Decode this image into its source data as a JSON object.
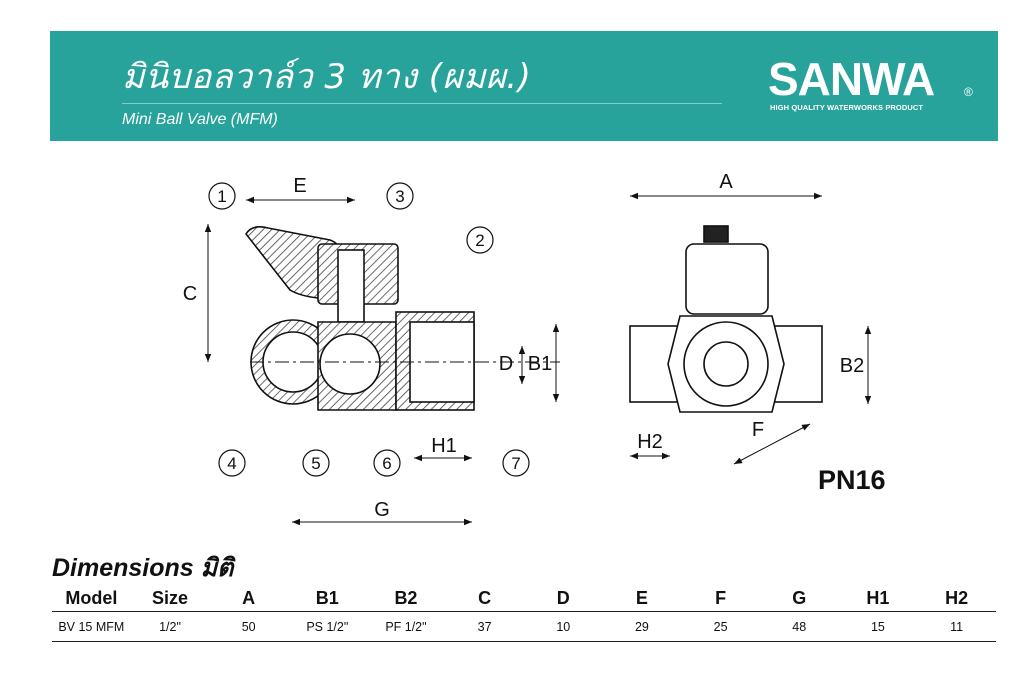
{
  "header": {
    "title_th": "มินิบอลวาล์ว 3 ทาง (ผมผ.)",
    "title_en": "Mini Ball Valve (MFM)",
    "brand": "SANWA",
    "brand_mark": "®",
    "brand_tagline": "HIGH QUALITY WATERWORKS PRODUCT",
    "background_color": "#27a39b"
  },
  "drawing": {
    "part_numbers": [
      "1",
      "2",
      "3",
      "4",
      "5",
      "6",
      "7"
    ],
    "dimension_labels": {
      "A": "A",
      "B1": "B1",
      "B2": "B2",
      "C": "C",
      "D": "D",
      "E": "E",
      "F": "F",
      "G": "G",
      "H1": "H1",
      "H2": "H2"
    },
    "pressure_rating": "PN16"
  },
  "dimensions": {
    "title": "Dimensions มิติ",
    "columns": [
      "Model",
      "Size",
      "A",
      "B1",
      "B2",
      "C",
      "D",
      "E",
      "F",
      "G",
      "H1",
      "H2"
    ],
    "rows": [
      [
        "BV 15 MFM",
        "1/2\"",
        "50",
        "PS 1/2\"",
        "PF 1/2\"",
        "37",
        "10",
        "29",
        "25",
        "48",
        "15",
        "11"
      ]
    ]
  }
}
